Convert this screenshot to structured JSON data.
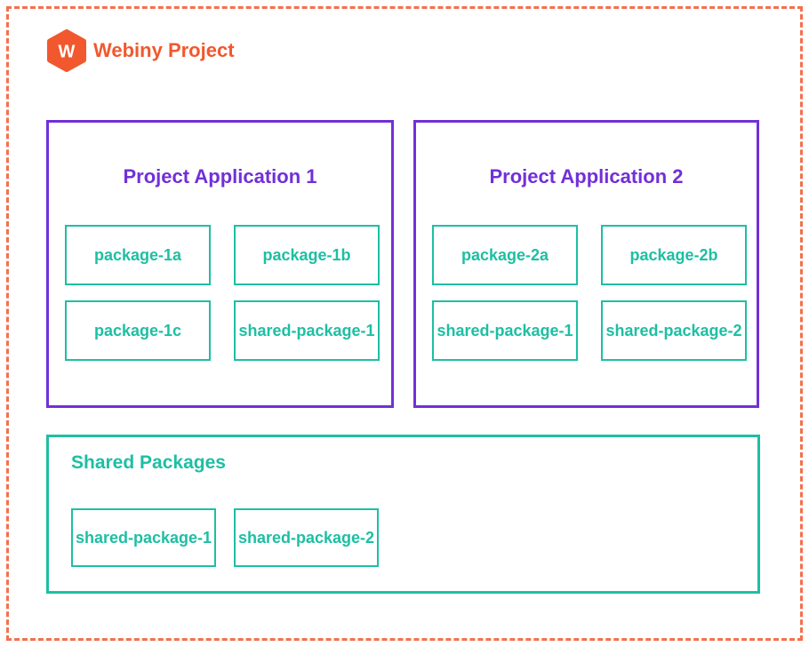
{
  "header": {
    "title": "Webiny Project",
    "logo_letter": "W"
  },
  "colors": {
    "orange_brand": "#f1582e",
    "orange_dash_border": "#f3714e",
    "purple_accent": "#7130d8",
    "teal_accent": "#1dbfa3",
    "background": "#ffffff"
  },
  "apps": [
    {
      "title": "Project Application 1",
      "packages": [
        "package-1a",
        "package-1b",
        "package-1c",
        "shared-package-1"
      ]
    },
    {
      "title": "Project Application 2",
      "packages": [
        "package-2a",
        "package-2b",
        "shared-package-1",
        "shared-package-2"
      ]
    }
  ],
  "shared": {
    "title": "Shared Packages",
    "packages": [
      "shared-package-1",
      "shared-package-2"
    ]
  }
}
